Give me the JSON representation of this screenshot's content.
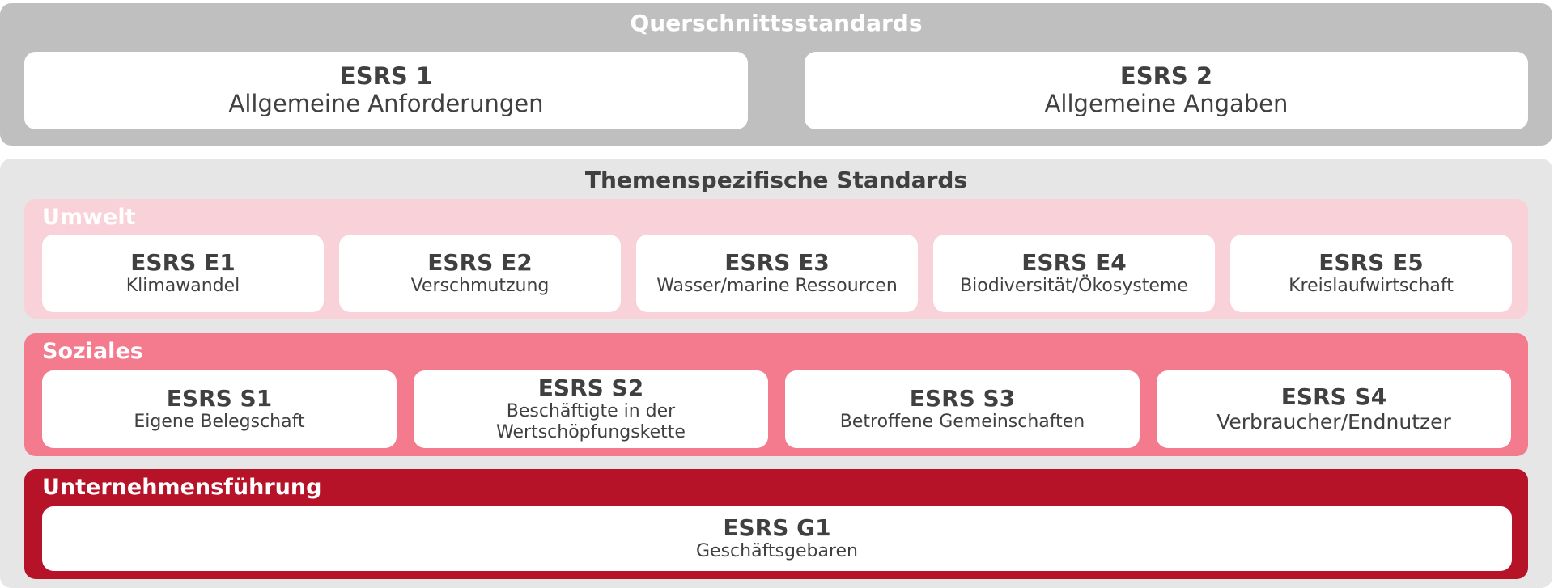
{
  "cross_cutting": {
    "title": "Querschnittsstandards",
    "standards": [
      {
        "code": "ESRS 1",
        "name": "Allgemeine Anforderungen"
      },
      {
        "code": "ESRS 2",
        "name": "Allgemeine Angaben"
      }
    ]
  },
  "topical": {
    "title": "Themenspezifische Standards",
    "environment": {
      "title": "Umwelt",
      "color": "#f9d1d8",
      "standards": [
        {
          "code": "ESRS E1",
          "name": "Klimawandel"
        },
        {
          "code": "ESRS E2",
          "name": "Verschmutzung"
        },
        {
          "code": "ESRS E3",
          "name": "Wasser/marine Ressourcen"
        },
        {
          "code": "ESRS E4",
          "name": "Biodiversität/Ökosysteme"
        },
        {
          "code": "ESRS E5",
          "name": "Kreislaufwirtschaft"
        }
      ]
    },
    "social": {
      "title": "Soziales",
      "color": "#f47a8e",
      "standards": [
        {
          "code": "ESRS S1",
          "name": "Eigene Belegschaft"
        },
        {
          "code": "ESRS S2",
          "name": "Beschäftigte in der Wertschöpfungskette"
        },
        {
          "code": "ESRS S3",
          "name": "Betroffene Gemeinschaften"
        },
        {
          "code": "ESRS S4",
          "name": "Verbraucher/Endnutzer"
        }
      ]
    },
    "governance": {
      "title": "Unternehmensführung",
      "color": "#b61228",
      "standards": [
        {
          "code": "ESRS G1",
          "name": "Geschäftsgebaren"
        }
      ]
    }
  }
}
